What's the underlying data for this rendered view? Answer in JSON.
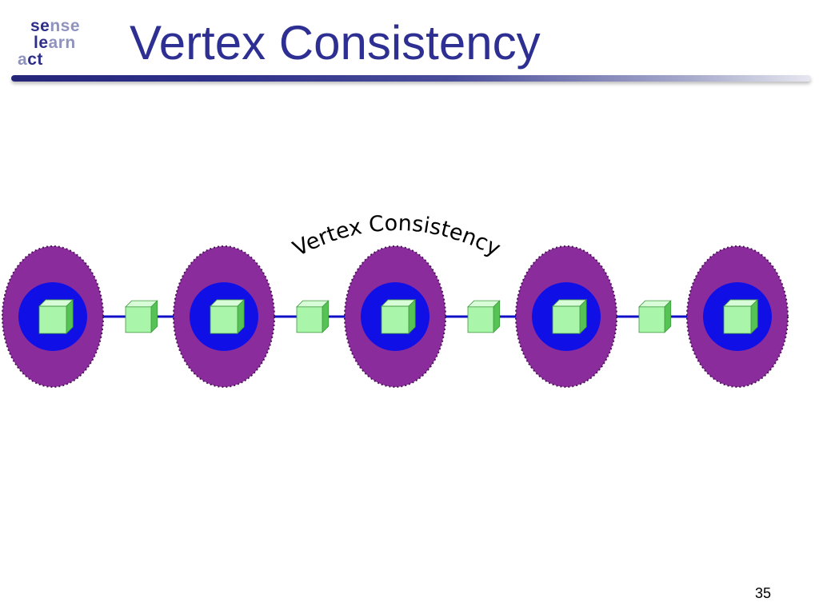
{
  "logo": {
    "line1_dark": "se",
    "line1_light": "nse",
    "line2_dark": "le",
    "line2_light": "arn",
    "line3_light": "a",
    "line3_dark": "ct"
  },
  "slide": {
    "title": "Vertex Consistency",
    "page_number": "35"
  },
  "diagram": {
    "curved_label": "Vertex Consistency",
    "vertex_count": 5,
    "edge_count": 4,
    "colors": {
      "region": "#8b2c9c",
      "region_border": "#4a1258",
      "vertex_disc": "#1010e6",
      "chain_line": "#1010c8",
      "cube_front": "#a9f5a9",
      "cube_top": "#d8fbd8",
      "cube_side": "#55c455",
      "title": "#2e2f92"
    }
  }
}
